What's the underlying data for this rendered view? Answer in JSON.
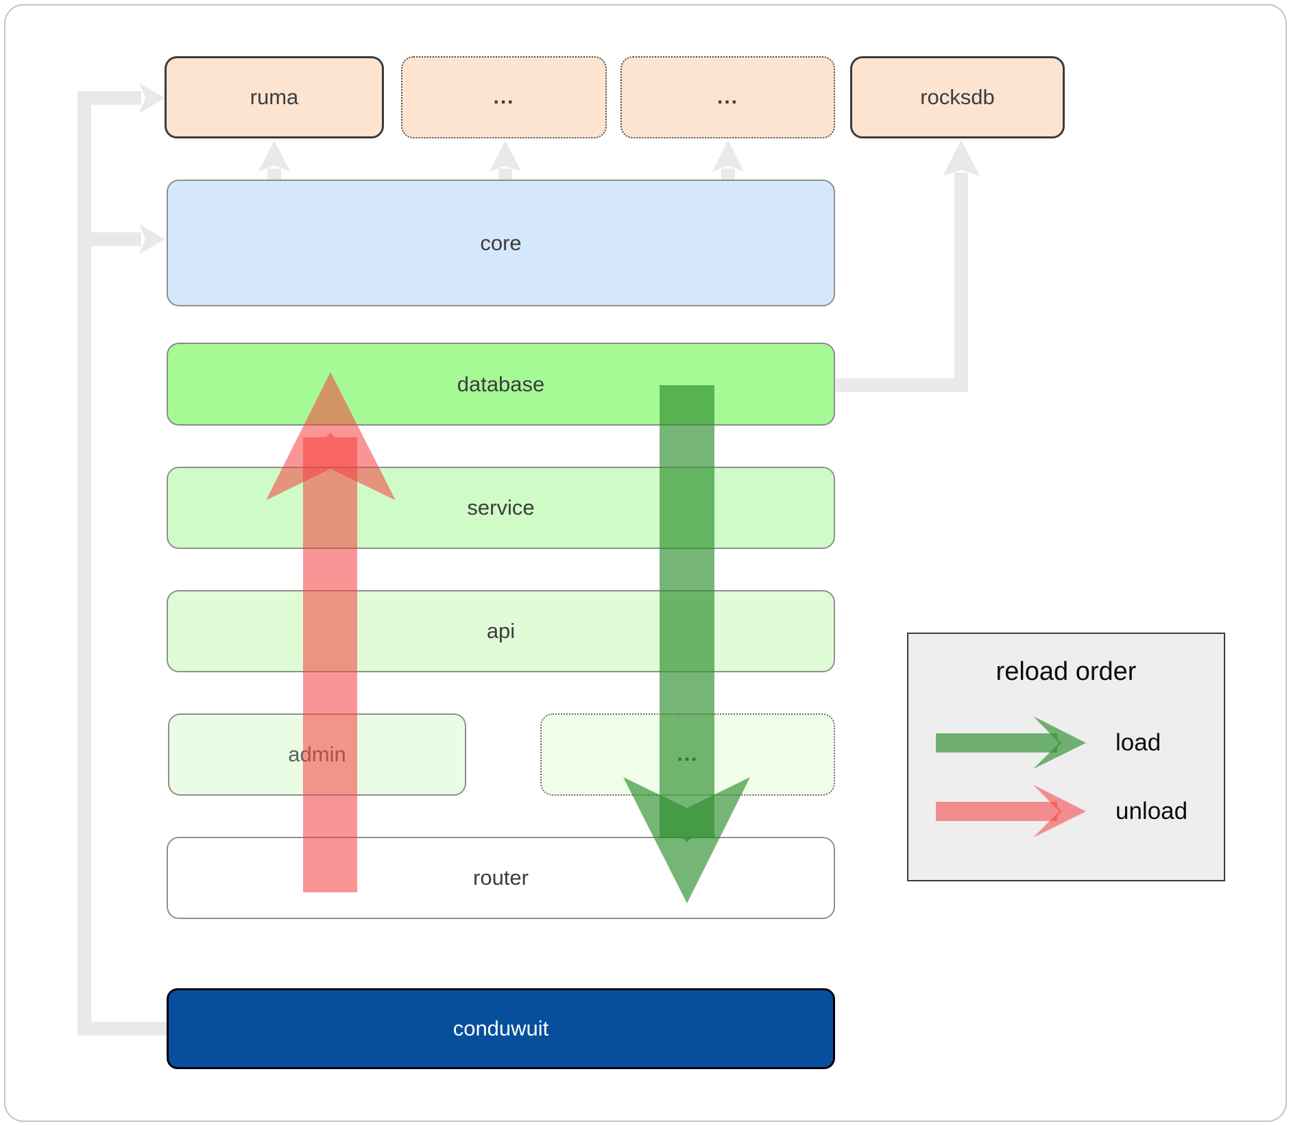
{
  "nodes": {
    "ruma": "ruma",
    "top_module_a": "...",
    "top_module_b": "...",
    "rocksdb": "rocksdb",
    "core": "core",
    "database": "database",
    "service": "service",
    "api": "api",
    "admin": "admin",
    "bottom_module": "...",
    "router": "router",
    "conduwuit": "conduwuit"
  },
  "legend": {
    "title": "reload order",
    "load": "load",
    "unload": "unload"
  },
  "colors": {
    "load_arrow": "#2d8f2d",
    "unload_arrow": "#f53e3e",
    "connector_gray": "#e9e9e9",
    "database_fill": "#a6fa96",
    "core_fill": "#d5e8fb",
    "module_fill": "#fce4d0",
    "conduwuit_fill": "#074f9c"
  }
}
